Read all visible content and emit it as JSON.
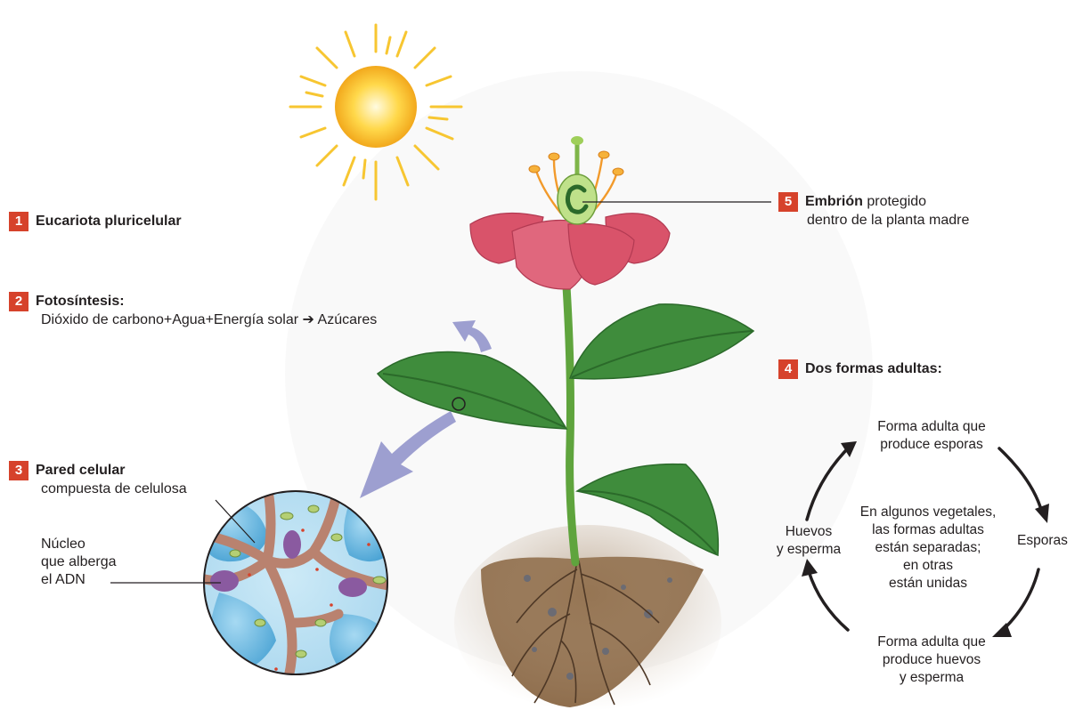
{
  "labels": {
    "l1": {
      "num": "1",
      "title": "Eucariota pluricelular"
    },
    "l2": {
      "num": "2",
      "title": "Fotosíntesis:",
      "eq_left": "Dióxido de carbono+Agua+Energía solar",
      "eq_right": "Azúcares"
    },
    "l3": {
      "num": "3",
      "title": "Pared celular",
      "sub": "compuesta de celulosa"
    },
    "nucleo": {
      "line1": "Núcleo",
      "line2": "que alberga",
      "line3": "el ADN"
    },
    "l4": {
      "num": "4",
      "title": "Dos formas adultas:"
    },
    "l5": {
      "num": "5",
      "title": "Embrión",
      "rest": "protegido",
      "sub": "dentro de la planta madre"
    }
  },
  "cycle": {
    "top": {
      "line1": "Forma adulta que",
      "line2": "produce esporas"
    },
    "right": "Esporas",
    "bottom": {
      "line1": "Forma adulta que",
      "line2": "produce huevos",
      "line3": "y esperma"
    },
    "left": {
      "line1": "Huevos",
      "line2": "y esperma"
    },
    "center": {
      "line1": "En algunos vegetales,",
      "line2": "las formas adultas",
      "line3": "están separadas;",
      "line4": "en otras",
      "line5": "están unidas"
    }
  },
  "colors": {
    "badge": "#d6422b",
    "petal": "#d9536a",
    "leaf": "#3f8c3c",
    "stem": "#5fa43d",
    "soil": "#8a6a4a",
    "arrow": "#9d9fd0",
    "sun": "#fbc22b"
  }
}
